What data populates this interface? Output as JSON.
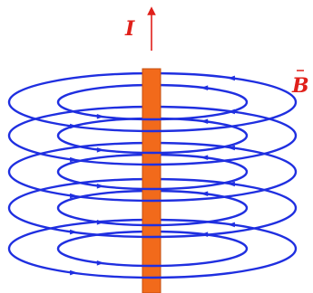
{
  "labels": {
    "current": "I",
    "field": "B"
  },
  "colors": {
    "background": "#ffffff",
    "wire": "#f26a1b",
    "field_lines": "#1f2fe0",
    "label": "#e0201a"
  },
  "diagram": {
    "loop_count": 5,
    "field_direction": "counterclockwise-viewed-from-above",
    "current_direction": "up"
  }
}
